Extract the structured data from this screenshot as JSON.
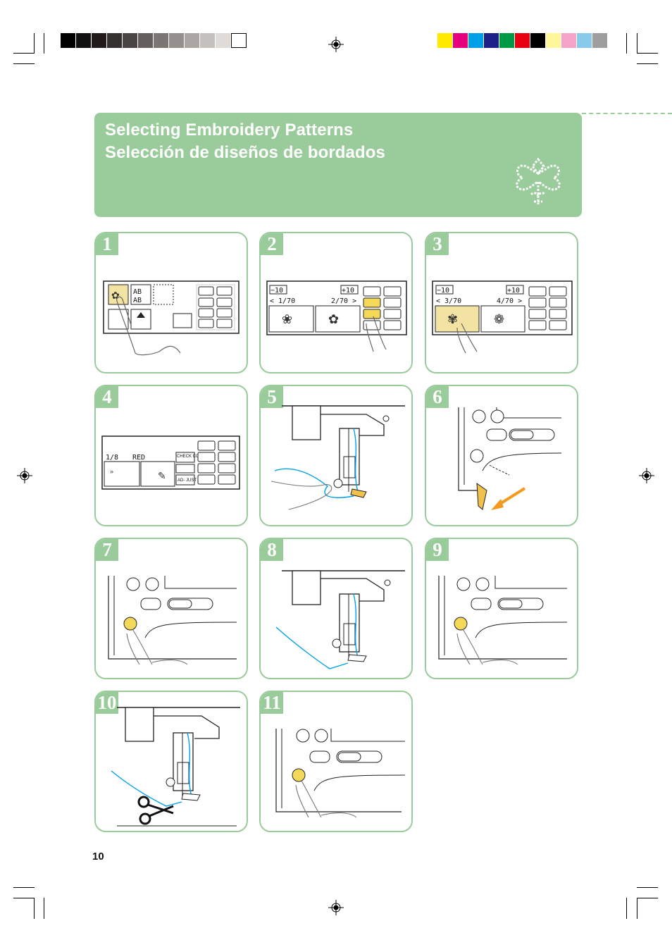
{
  "page": {
    "title_en": "Selecting Embroidery Patterns",
    "title_es": "Selección de diseños de bordados",
    "page_number": "10"
  },
  "colors": {
    "accent": "#9acb9b",
    "calibration_gray": [
      "#000000",
      "#111111",
      "#221a1a",
      "#343030",
      "#4a4545",
      "#645e5c",
      "#7b7573",
      "#948f8d",
      "#aaa5a3",
      "#c4c0be",
      "#dedbd9",
      "#ffffff"
    ],
    "calibration_color": [
      "#ffea00",
      "#e6007e",
      "#00a0e9",
      "#1d2088",
      "#009944",
      "#e60012",
      "#000000",
      "#fff799",
      "#f5a3c7",
      "#89c9ec",
      "#9e9e9f"
    ]
  },
  "steps": [
    {
      "n": "1"
    },
    {
      "n": "2"
    },
    {
      "n": "3"
    },
    {
      "n": "4"
    },
    {
      "n": "5"
    },
    {
      "n": "6"
    },
    {
      "n": "7"
    },
    {
      "n": "8"
    },
    {
      "n": "9"
    },
    {
      "n": "10"
    },
    {
      "n": "11"
    }
  ],
  "lcd": {
    "step1": {
      "ab_label": "AB\nAB"
    },
    "step2": {
      "minus": "−10",
      "plus": "+10",
      "left_page": "< 1/70",
      "right_page": "2/70 >"
    },
    "step3": {
      "minus": "−10",
      "plus": "+10",
      "left_page": "< 3/70",
      "right_page": "4/70 >"
    },
    "step4": {
      "counter": "1/8",
      "color_name": "RED",
      "check_label": "CHECK COLOR",
      "adjust_label": "AD- JUST"
    }
  }
}
